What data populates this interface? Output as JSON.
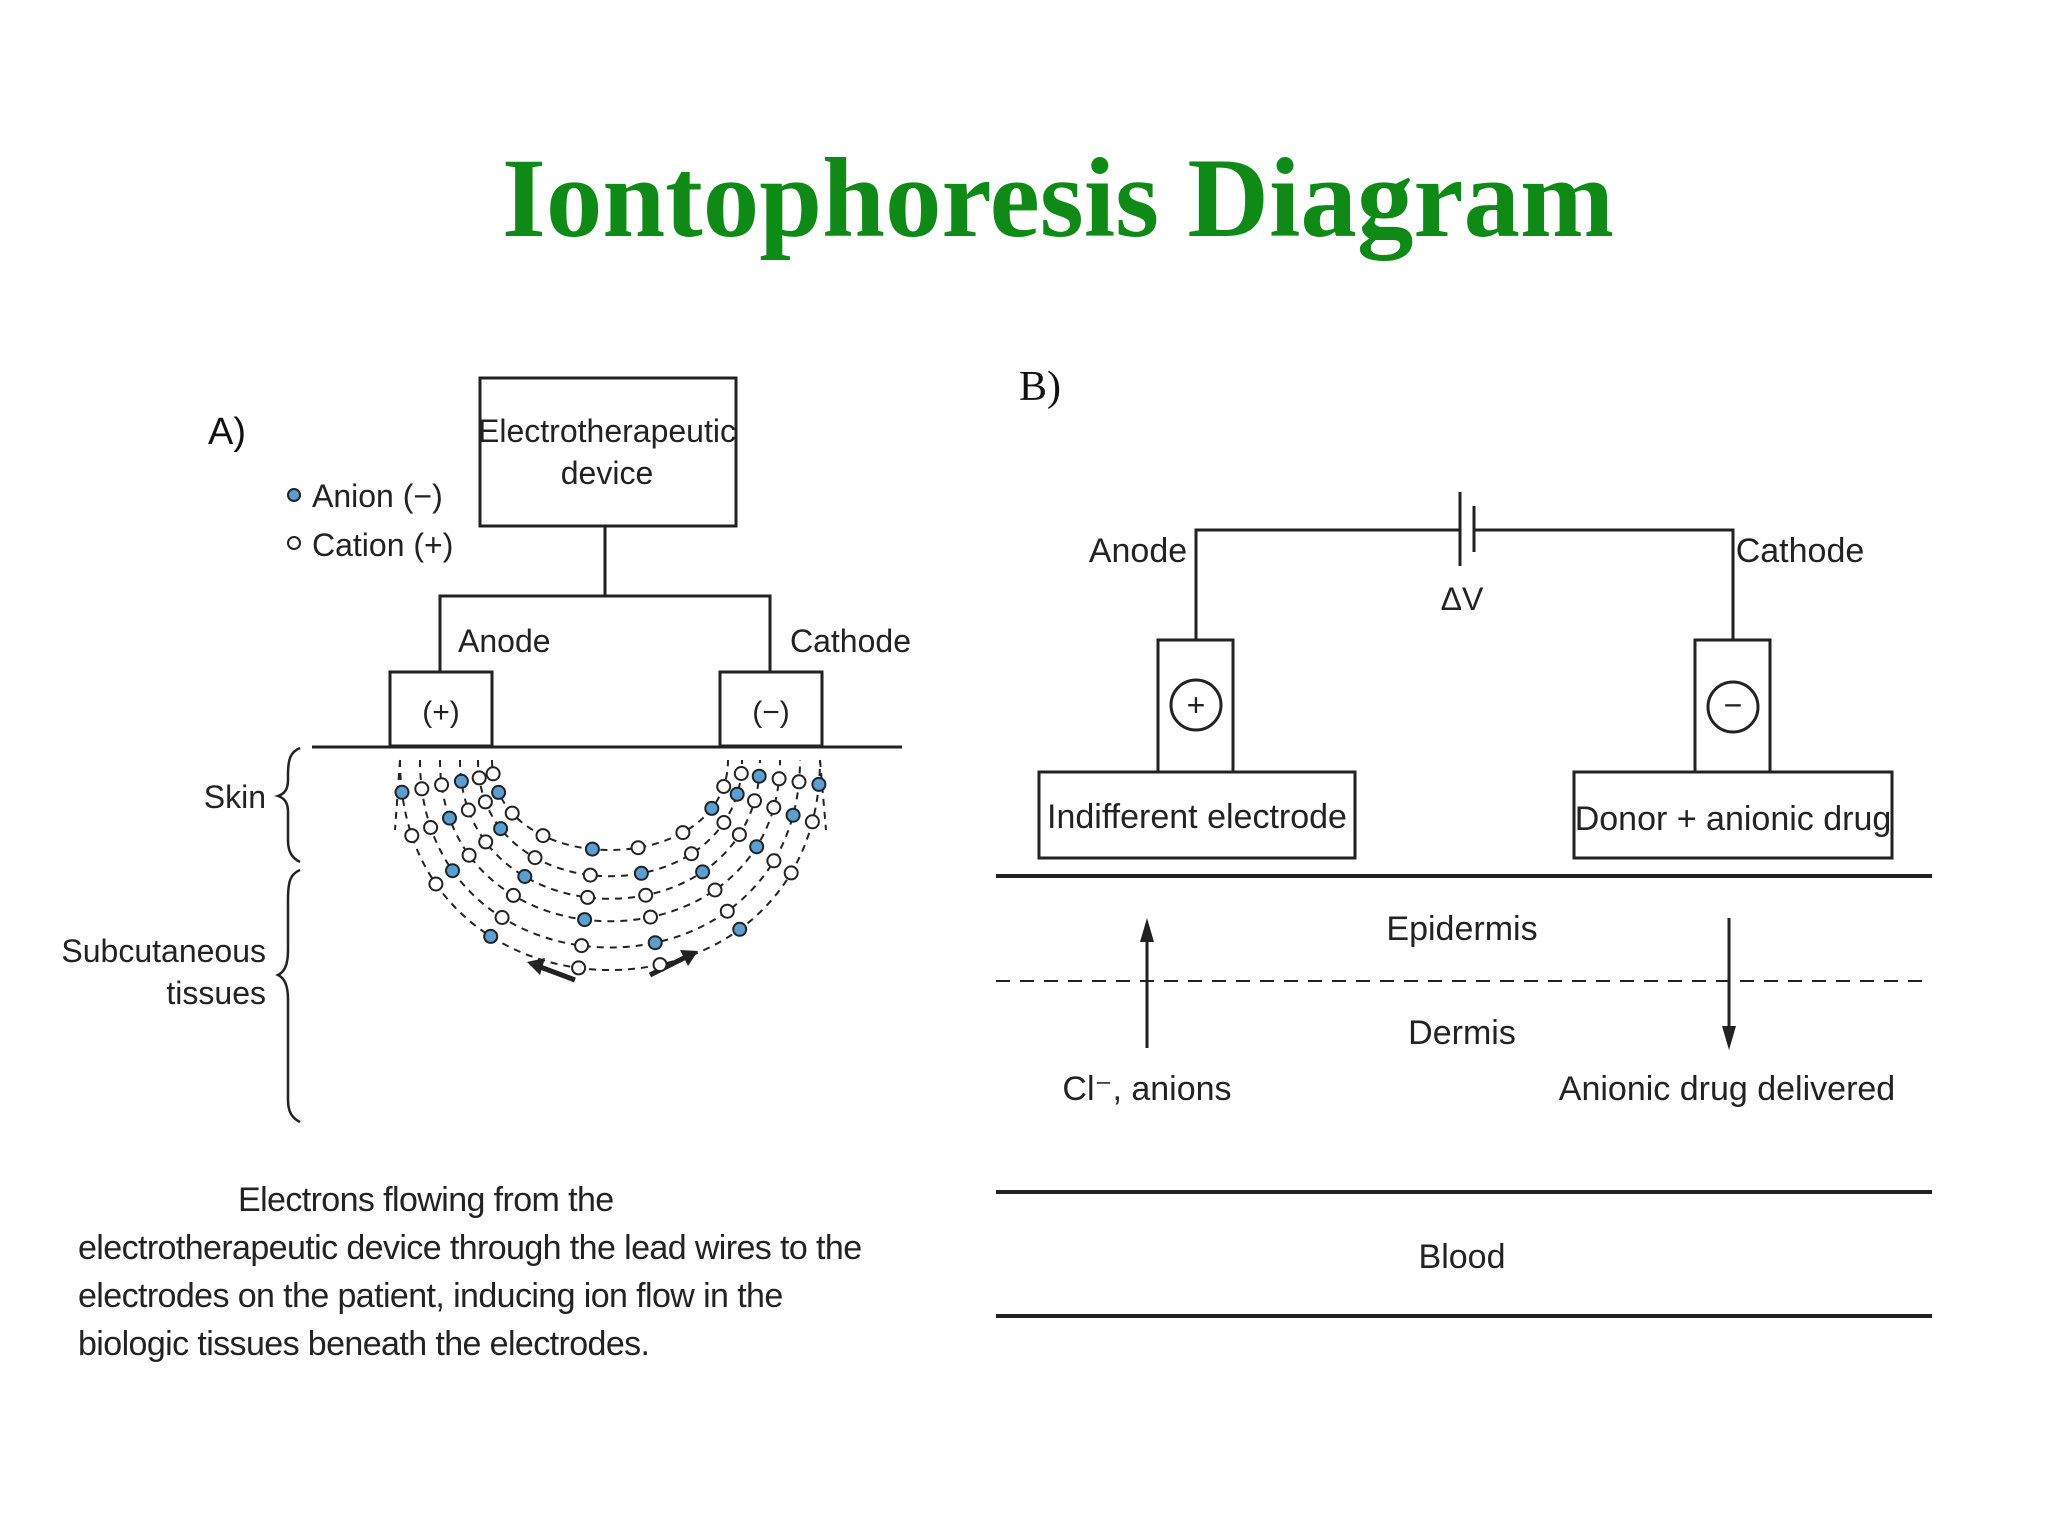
{
  "title": "Iontophoresis Diagram",
  "panel_a": {
    "label": "A)",
    "device": [
      "Electrotherapeutic",
      "device"
    ],
    "legend": {
      "anion": "Anion (−)",
      "cation": "Cation (+)"
    },
    "anode_label": "Anode",
    "cathode_label": "Cathode",
    "anode_sign": "(+)",
    "cathode_sign": "(−)",
    "skin_label": "Skin",
    "tissue_label": [
      "Subcutaneous",
      "tissues"
    ],
    "caption": "Electrons flowing from the electrotherapeutic device through the lead wires to the electrodes on the patient, inducing ion flow in the biologic tissues beneath the electrodes.",
    "colors": {
      "anion_fill": "#5a9fd4",
      "stroke": "#222222"
    }
  },
  "panel_b": {
    "label": "B)",
    "anode_label": "Anode",
    "cathode_label": "Cathode",
    "voltage_label": "ΔV",
    "anode_sign": "+",
    "cathode_sign": "−",
    "indifferent_electrode": "Indifferent electrode",
    "donor_electrode": "Donor + anionic drug",
    "epidermis": "Epidermis",
    "dermis": "Dermis",
    "anions_label": "Cl⁻, anions",
    "drug_delivered": "Anionic drug delivered",
    "blood": "Blood"
  },
  "colors": {
    "title": "#0f8a16"
  }
}
